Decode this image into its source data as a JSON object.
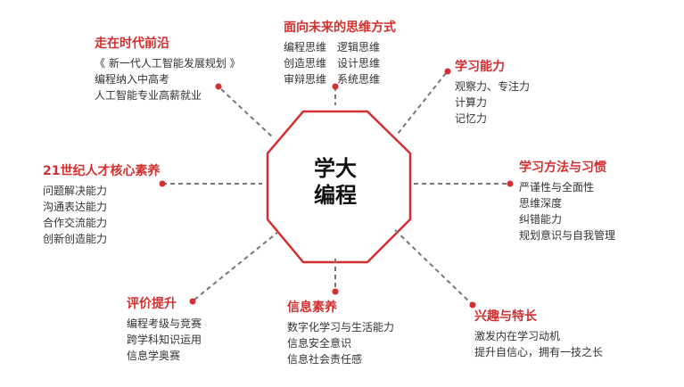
{
  "center": {
    "line1": "学大",
    "line2": "编程"
  },
  "branches": {
    "top": {
      "title": "面向未来的思维方式",
      "items": [
        "编程思维　逻辑思维",
        "创造思维　设计思维",
        "审辩思维　系统思维"
      ]
    },
    "top_left": {
      "title": "走在时代前沿",
      "items": [
        "《 新一代人工智能发展规划 》",
        "编程纳入中高考",
        "人工智能专业高薪就业"
      ]
    },
    "top_right": {
      "title": "学习能力",
      "items": [
        "观察力、专注力",
        "计算力",
        "记忆力"
      ]
    },
    "left": {
      "title": "21世纪人才核心素养",
      "items": [
        "问题解决能力",
        "沟通表达能力",
        "合作交流能力",
        "创新创造能力"
      ]
    },
    "right": {
      "title": "学习方法与习惯",
      "items": [
        "严谨性与全面性",
        "思维深度",
        "纠错能力",
        "规划意识与自我管理"
      ]
    },
    "bottom_left": {
      "title": "评价提升",
      "items": [
        "编程考级与竞赛",
        "跨学科知识运用",
        "信息学奥赛"
      ]
    },
    "bottom": {
      "title": "信息素养",
      "items": [
        "数字化学习与生活能力",
        "信息安全意识",
        "信息社会责任感"
      ]
    },
    "bottom_right": {
      "title": "兴趣与特长",
      "items": [
        "激发内在学习动机",
        "提升自信心，拥有一技之长"
      ]
    }
  },
  "colors": {
    "accent": "#d32f2f",
    "connector": "#777777",
    "text": "#333333"
  }
}
